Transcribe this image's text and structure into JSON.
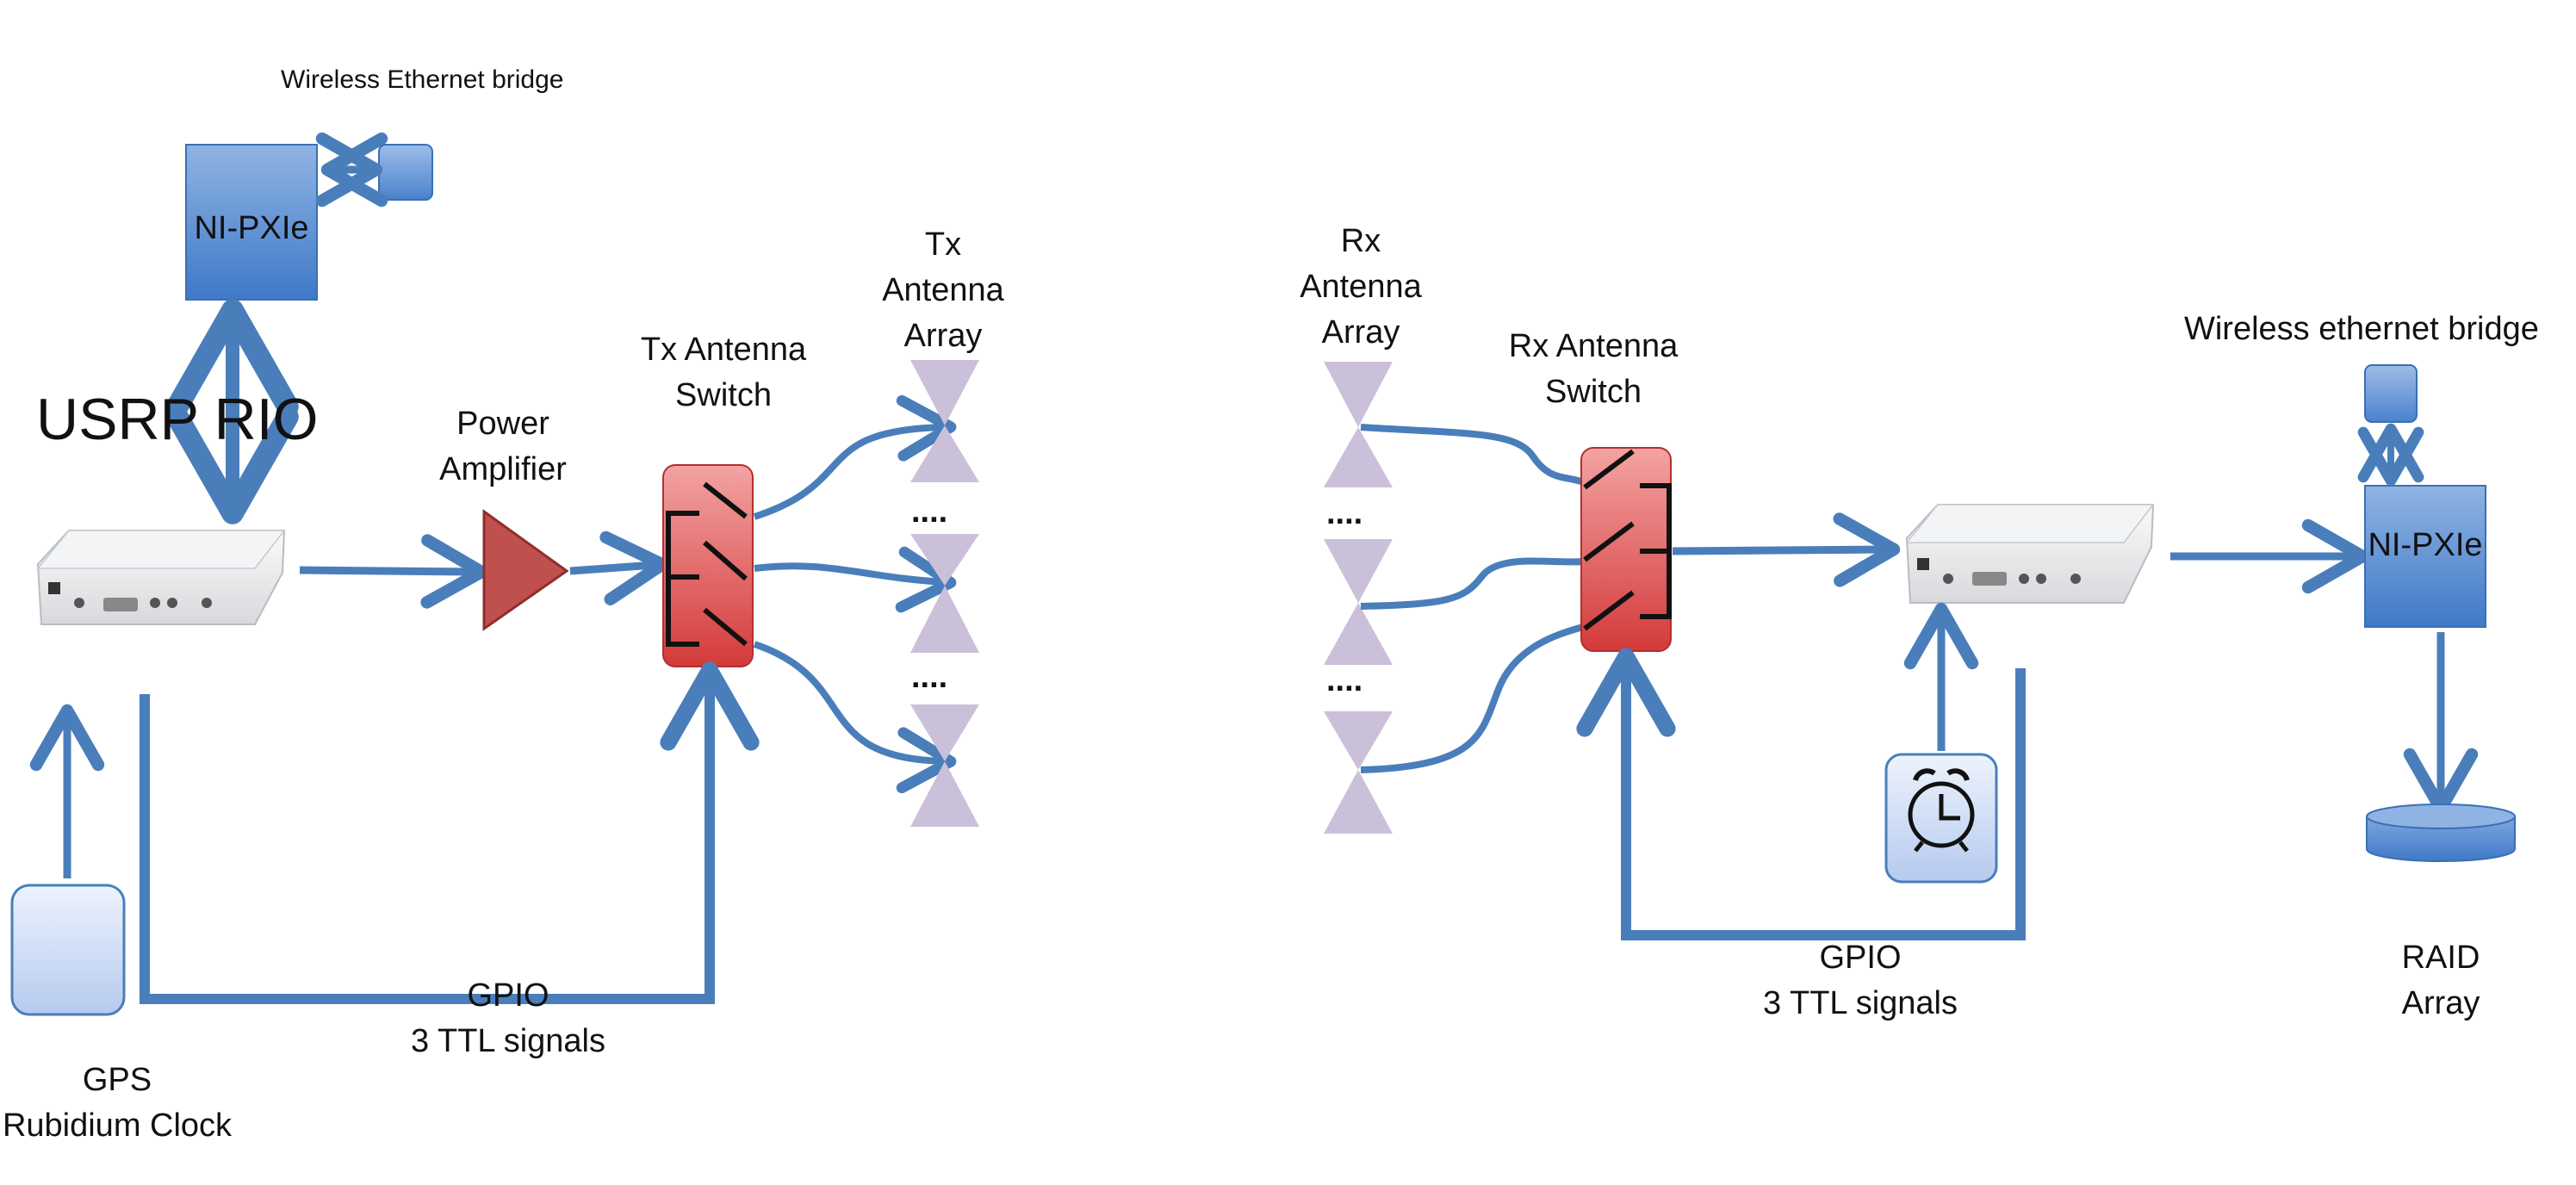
{
  "colors": {
    "arrow": "#4a7ebb",
    "box_fill_top": "#8fb4e3",
    "box_fill_bottom": "#3f79c8",
    "switch_fill_top": "#f3a3a3",
    "switch_fill_bottom": "#d43a3a",
    "amplifier": "#c0504d",
    "antenna": "#cbc0da",
    "light_box_top": "#e9f0fb",
    "light_box_bottom": "#b7ccef"
  },
  "tx": {
    "pxie_label": "NI-PXIe",
    "bridge_label": "Wireless Ethernet bridge",
    "usrp_label": "USRP RIO",
    "amplifier_label": [
      "Power",
      "Amplifier"
    ],
    "switch_label": [
      "Tx Antenna",
      "Switch"
    ],
    "array_label": [
      "Tx",
      "Antenna",
      "Array"
    ],
    "ellipsis": "....",
    "gpio_label": [
      "GPIO",
      "3 TTL signals"
    ],
    "clock_label": [
      "GPS",
      "Rubidium Clock"
    ]
  },
  "rx": {
    "array_label": [
      "Rx",
      "Antenna",
      "Array"
    ],
    "switch_label": [
      "Rx Antenna",
      "Switch"
    ],
    "ellipsis": "....",
    "bridge_label": "Wireless ethernet bridge",
    "pxie_label": "NI-PXIe",
    "gpio_label": [
      "GPIO",
      "3 TTL signals"
    ],
    "raid_label": [
      "RAID",
      "Array"
    ]
  }
}
